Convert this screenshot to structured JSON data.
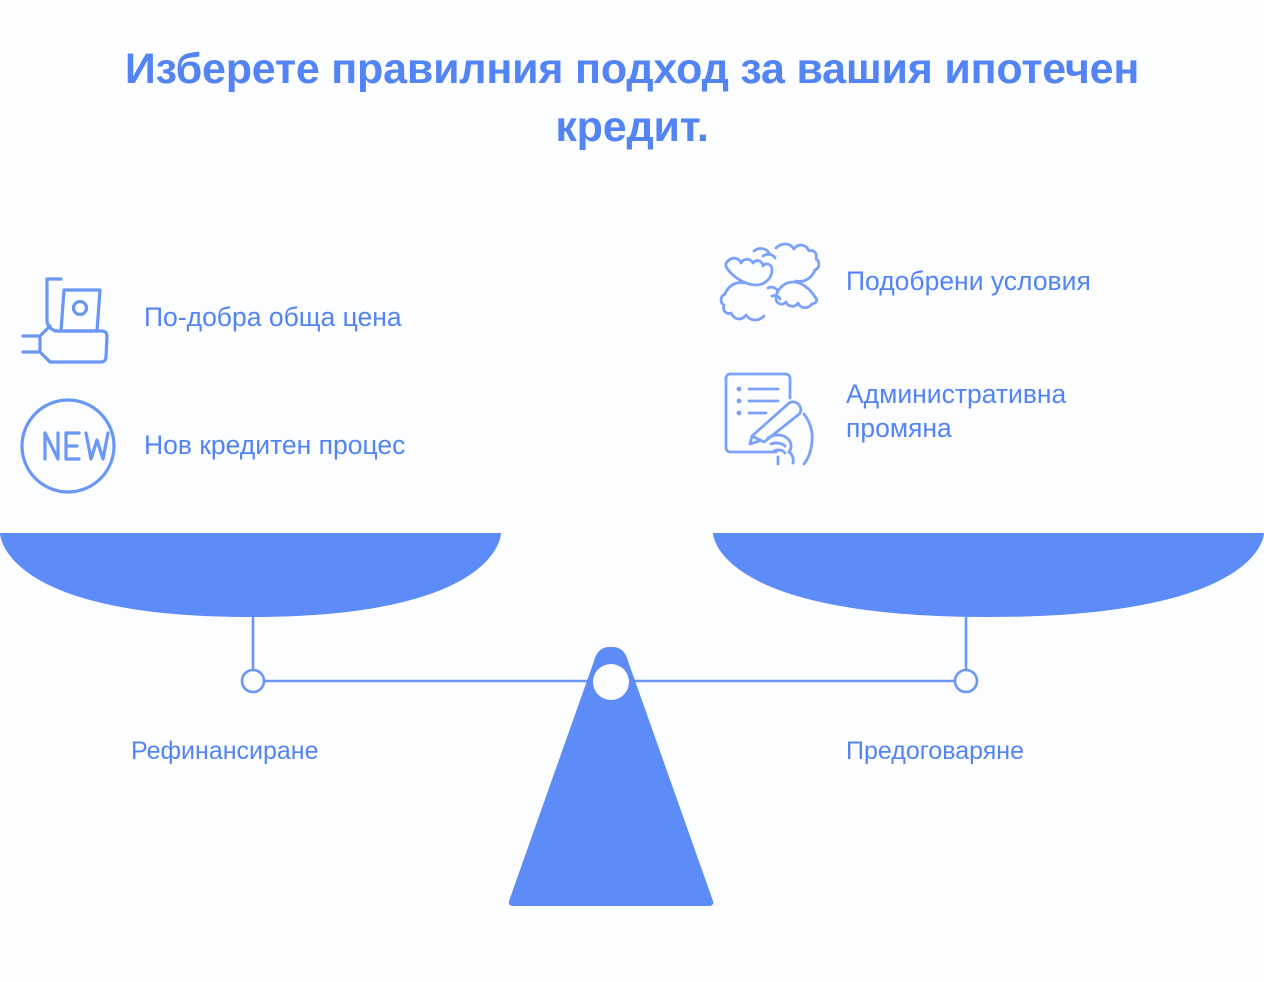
{
  "page": {
    "title": "Изберете правилния подход за вашия ипотечен кредит.",
    "background_color": "#fcfdff",
    "accent_color": "#5384f5",
    "fill_color": "#5d8cf8"
  },
  "left_column": {
    "side_name": "Рефинансиране",
    "features": [
      {
        "icon": "hand-holding-phone-icon",
        "label": "По-добра обща цена"
      },
      {
        "icon": "new-badge-icon",
        "label": "Нов кредитен процес",
        "badge_text": "NEW"
      }
    ]
  },
  "right_column": {
    "side_name": "Предоговаряне",
    "features": [
      {
        "icon": "handshake-icon",
        "label": "Подобрени условия"
      },
      {
        "icon": "document-signing-icon",
        "label": "Административна\nпромяна"
      }
    ]
  },
  "scale": {
    "name": "balance-scale",
    "left_pan_label": "Рефинансиране",
    "right_pan_label": "Предоговаряне",
    "balanced": true
  }
}
